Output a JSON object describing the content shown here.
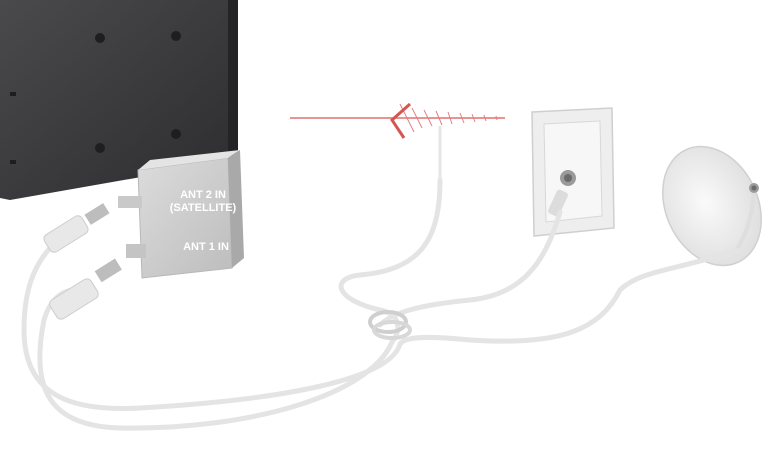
{
  "labels": {
    "ant2_line1": "ANT 2 IN",
    "ant2_line2": "(SATELLITE)",
    "ant1": "ANT 1 IN"
  },
  "colors": {
    "tv_body": "#3a3a3c",
    "adapter_box": "#cfcfcf",
    "cable": "#e2e2e2",
    "antenna_rod": "#d9534f",
    "dish": "#f2f2f2"
  },
  "icons": {
    "tv": "tv-back-panel-icon",
    "adapter": "antenna-adapter-icon",
    "yagi": "yagi-antenna-icon",
    "wall_outlet": "wall-coax-outlet-icon",
    "dish": "satellite-dish-icon",
    "splitter": "cable-tie-icon"
  }
}
